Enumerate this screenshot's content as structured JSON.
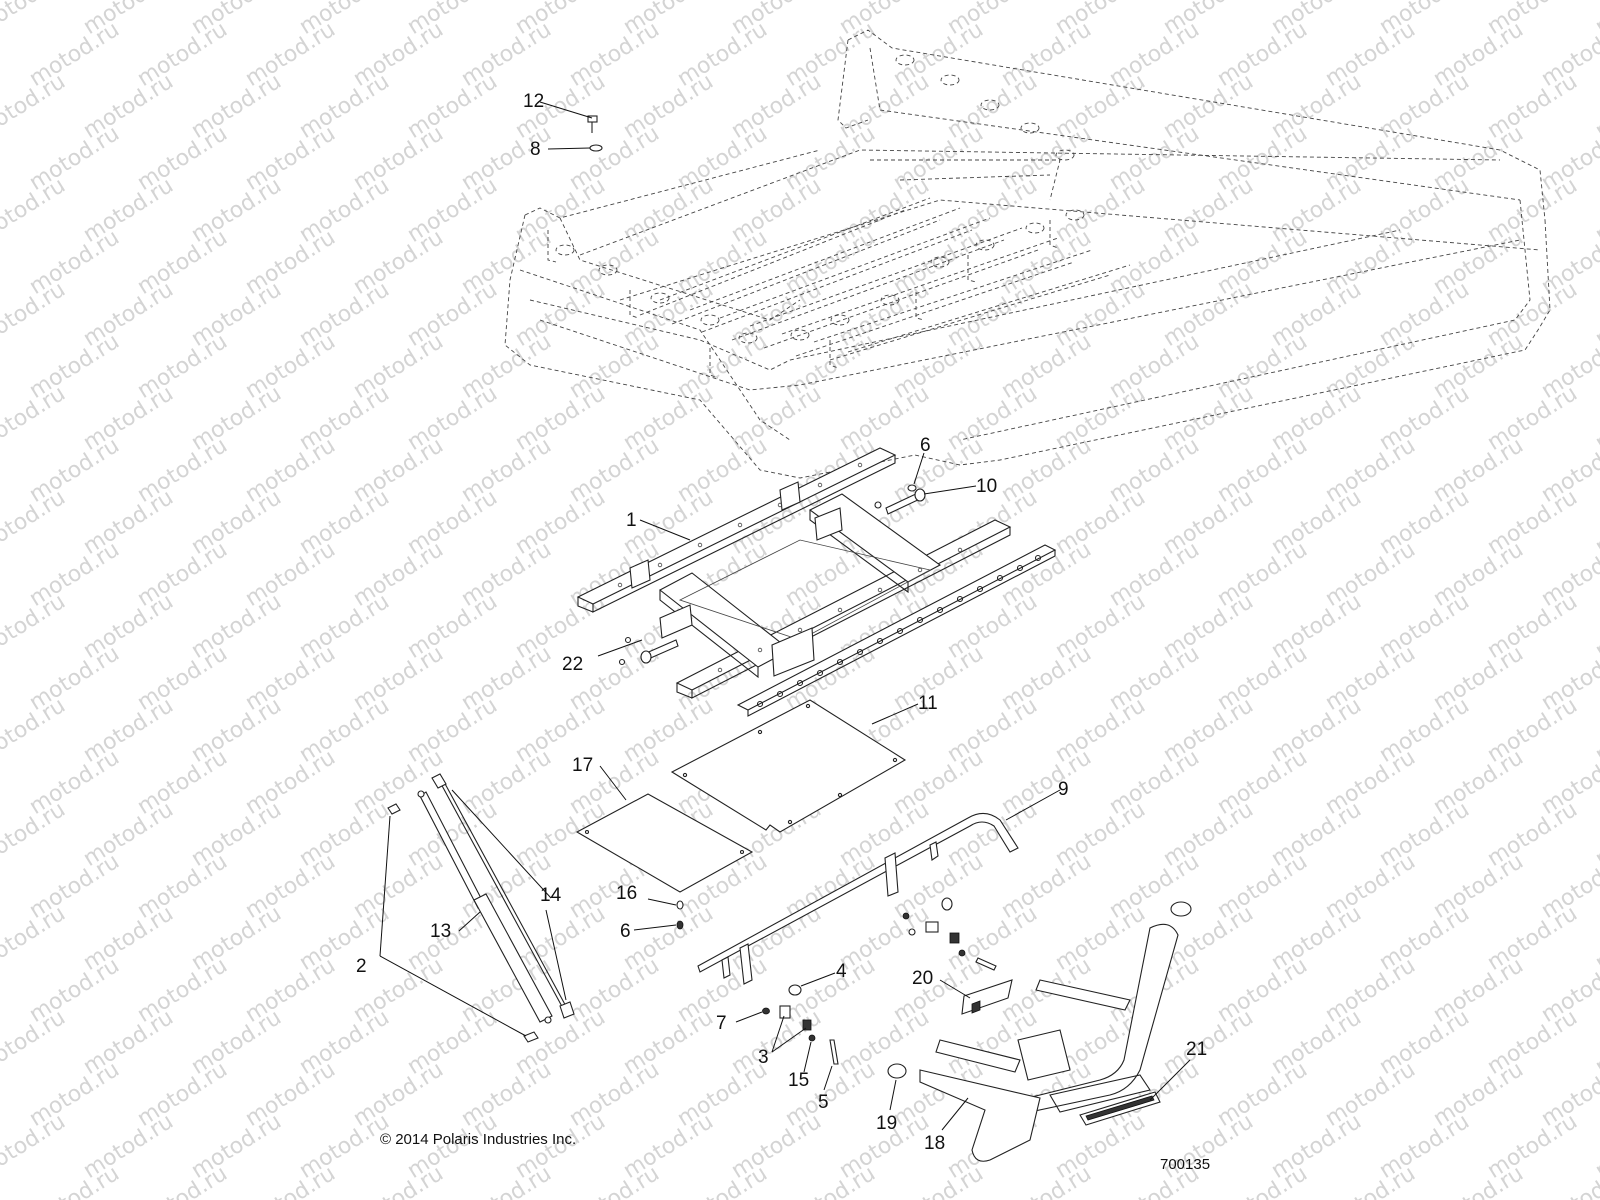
{
  "watermark": "motod.ru",
  "copyright": "© 2014 Polaris Industries Inc.",
  "doc_number": "700135",
  "callouts": {
    "c1": "1",
    "c2": "2",
    "c3": "3",
    "c4": "4",
    "c5": "5",
    "c6a": "6",
    "c6b": "6",
    "c7": "7",
    "c8": "8",
    "c9": "9",
    "c10": "10",
    "c11": "11",
    "c12": "12",
    "c13": "13",
    "c14": "14",
    "c15": "15",
    "c16": "16",
    "c17": "17",
    "c18": "18",
    "c19": "19",
    "c20": "20",
    "c21": "21",
    "c22": "22"
  },
  "colors": {
    "line": "#222222",
    "watermark": "#d4d4d4",
    "background": "#ffffff"
  }
}
